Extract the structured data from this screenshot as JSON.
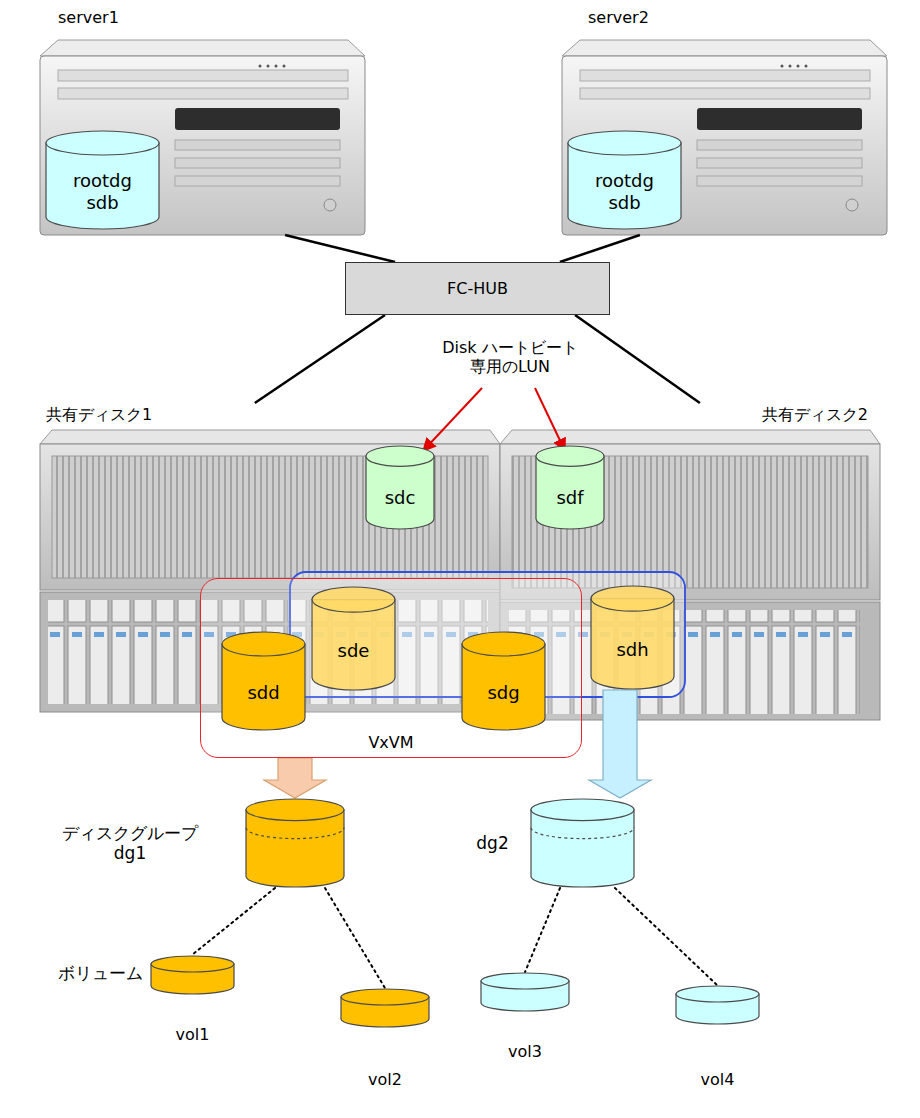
{
  "diagram": {
    "nodes": [
      {
        "text": [
          "server1"
        ]
      },
      {
        "text": [
          "rootdg",
          "sdb"
        ],
        "in": 0
      },
      {
        "text": [
          "server2"
        ]
      },
      {
        "text": [
          "rootdg",
          "sdb"
        ],
        "in": 2
      },
      {
        "text": [
          "FC-HUB"
        ]
      },
      {
        "text": [
          "共有ディスク1"
        ]
      },
      {
        "text": [
          "sdc"
        ],
        "in": 5
      },
      {
        "text": [
          "共有ディスク2"
        ]
      },
      {
        "text": [
          "sdf"
        ],
        "in": 7
      },
      {
        "text": [
          "VxVM"
        ]
      },
      {
        "text": [
          "sdd"
        ],
        "in": 9
      },
      {
        "text": [
          "sde"
        ],
        "in": 9
      },
      {
        "text": [
          "sdg"
        ],
        "in": 9
      },
      {
        "text": [
          "sdh"
        ]
      },
      {
        "text": [
          "ディスクグループ dg1"
        ]
      },
      {
        "text": [
          "dg2"
        ]
      },
      {
        "text": [
          "vol1"
        ]
      },
      {
        "text": [
          "vol2"
        ]
      },
      {
        "text": [
          "vol3"
        ]
      },
      {
        "text": [
          "vol4"
        ]
      }
    ],
    "edges": [
      {
        "from": 0,
        "to": 4,
        "arrow": "none"
      },
      {
        "from": 2,
        "to": 4,
        "arrow": "none"
      },
      {
        "from": 4,
        "to": 5,
        "arrow": "none"
      },
      {
        "from": 4,
        "to": 7,
        "arrow": "none"
      },
      {
        "from": 9,
        "to": 14,
        "arrow": "to"
      },
      {
        "from": 13,
        "to": 15,
        "arrow": "to"
      },
      {
        "from": 14,
        "to": 16,
        "arrow": "none"
      },
      {
        "from": 14,
        "to": 17,
        "arrow": "none"
      },
      {
        "from": 15,
        "to": 18,
        "arrow": "none"
      },
      {
        "from": 15,
        "to": 19,
        "arrow": "none"
      }
    ],
    "labels": [
      "Disk ハートビート 専用のLUN",
      "ボリューム"
    ]
  }
}
